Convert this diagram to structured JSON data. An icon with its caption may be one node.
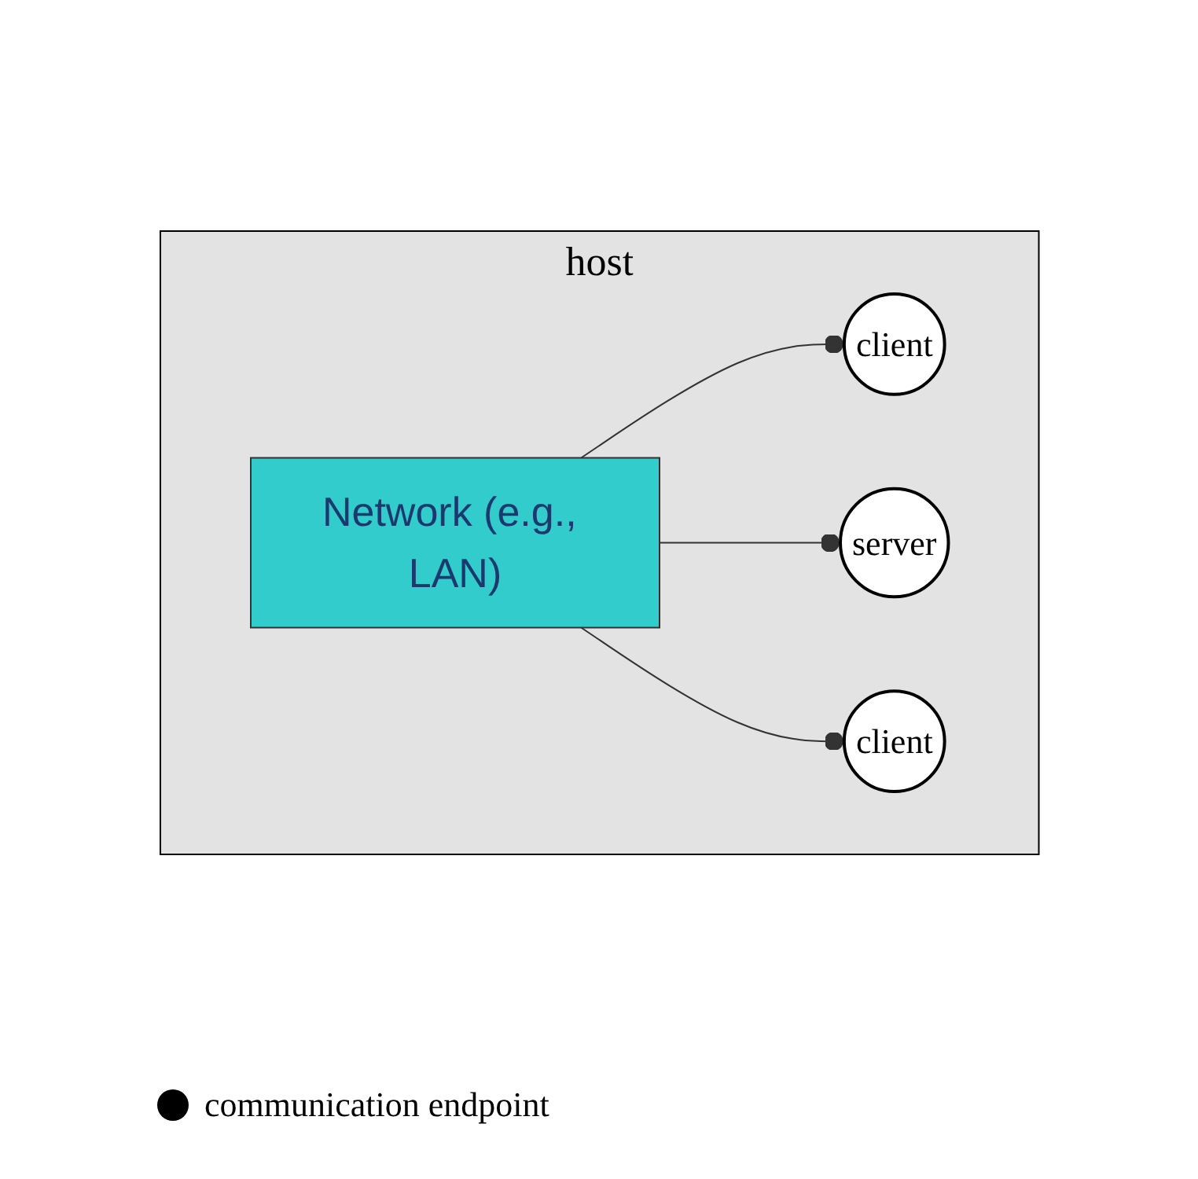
{
  "diagram": {
    "nodes": [
      {
        "text": [
          "host"
        ]
      },
      {
        "text": [
          "client"
        ],
        "in": 0
      },
      {
        "text": [
          "server"
        ],
        "in": 0
      },
      {
        "text": [
          "Network (e.g., LAN)"
        ],
        "in": 0
      },
      {
        "text": [
          "client"
        ],
        "in": 0
      }
    ],
    "edges": [
      {
        "from": 3,
        "to": 2,
        "arrow": "other"
      },
      {
        "from": 3,
        "to": 1,
        "arrow": "other"
      },
      {
        "from": 3,
        "to": 4,
        "arrow": "other"
      }
    ],
    "legend": [
      {
        "text": "communication endpoint"
      }
    ]
  }
}
